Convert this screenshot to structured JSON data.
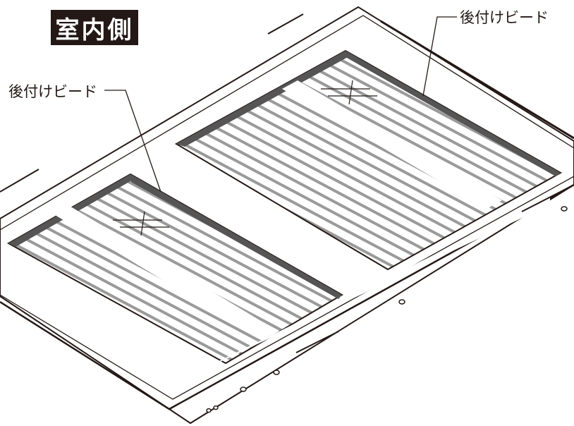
{
  "figure": {
    "title": "室内側",
    "callouts": [
      {
        "label": "後付けビード"
      },
      {
        "label": "後付けビード"
      }
    ]
  },
  "colors": {
    "ink": "#231815",
    "background": "#ffffff",
    "glass_stripe": "#9a9a9a",
    "bead": "#555555"
  },
  "icons": {
    "screw": "screw-hole-icon"
  }
}
